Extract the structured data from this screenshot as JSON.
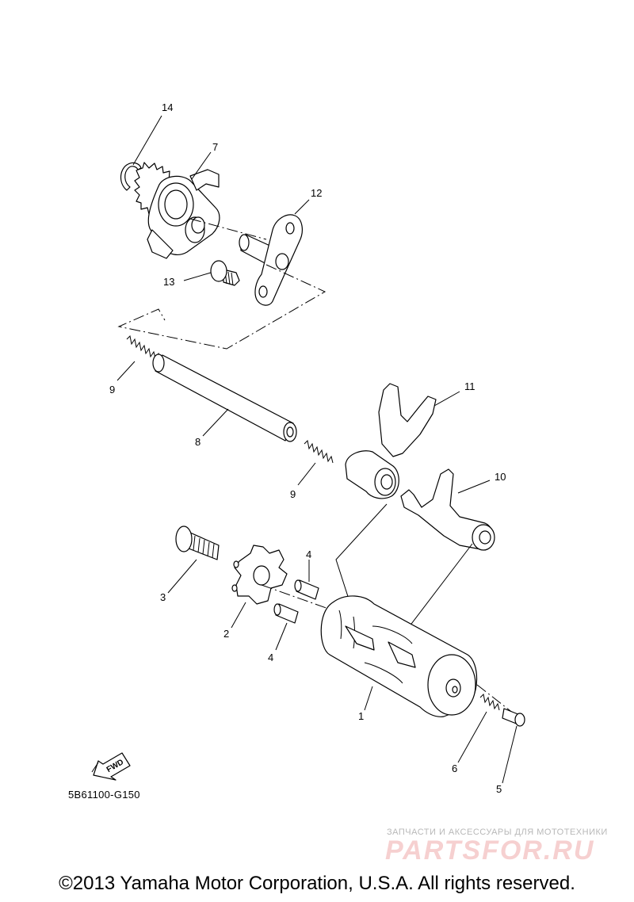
{
  "diagram": {
    "callouts": [
      "14",
      "7",
      "12",
      "13",
      "9",
      "8",
      "9",
      "11",
      "10",
      "4",
      "3",
      "2",
      "4",
      "1",
      "6",
      "5"
    ],
    "fwd_label": "FWD",
    "drawing_code": "5B61100-G150"
  },
  "watermark": {
    "tagline": "ЗАПЧАСТИ И АКСЕССУАРЫ ДЛЯ МОТОТЕХНИКИ",
    "logo": "PARTSFOR.RU"
  },
  "footer": {
    "copyright": "©2013 Yamaha Motor Corporation, U.S.A. All rights reserved."
  },
  "colors": {
    "line": "#000000",
    "background": "#ffffff",
    "watermark_logo": "#f6d0d0",
    "watermark_text": "#b8b8b8"
  }
}
